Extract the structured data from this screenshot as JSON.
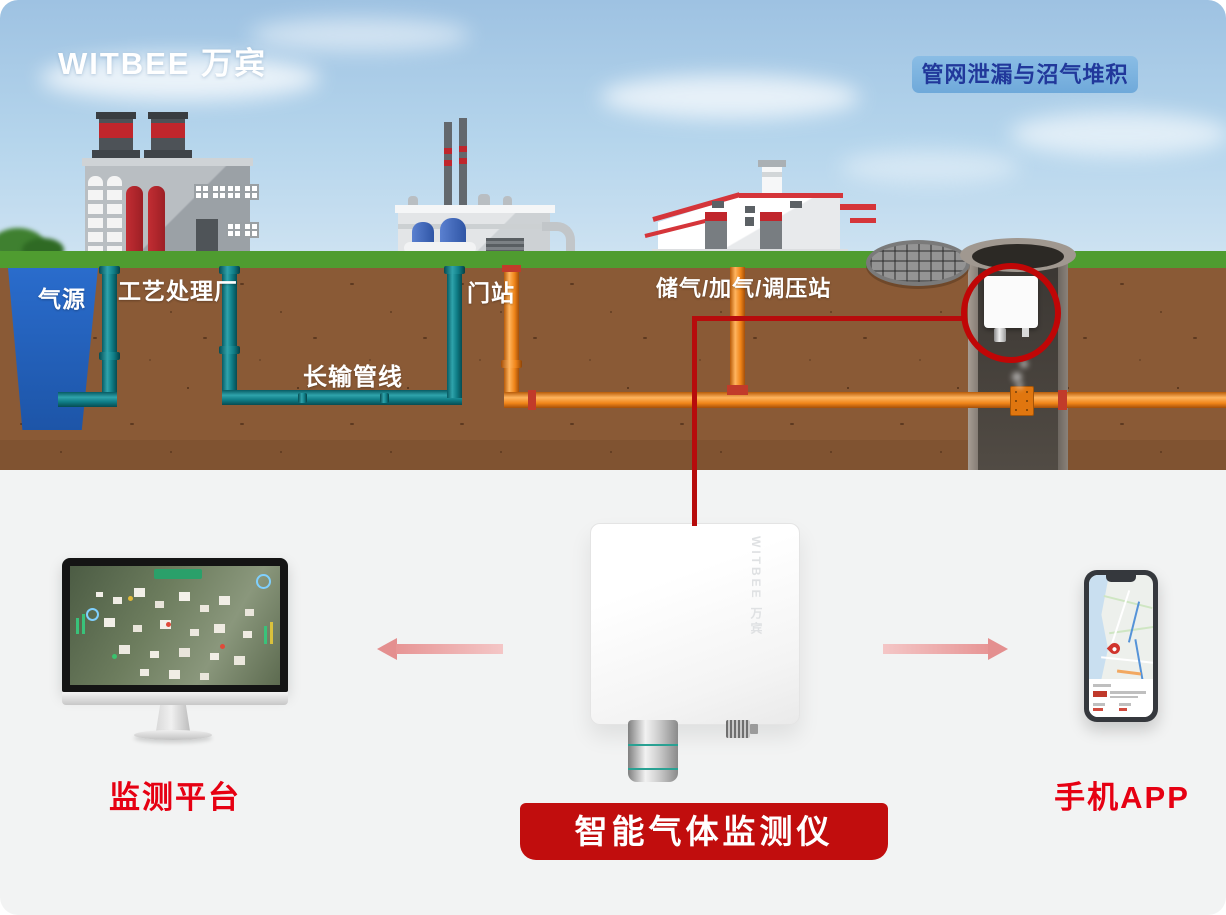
{
  "brand_logo": "WITBEE 万宾",
  "scene": {
    "issue_badge": "管网泄漏与沼气堆积",
    "labels": {
      "gas_source": "气源",
      "processing_plant": "工艺处理厂",
      "long_distance_pipeline": "长输管线",
      "gate_station": "门站",
      "storage_station": "储气/加气/调压站"
    }
  },
  "device": {
    "name": "智能气体监测仪",
    "brand_marking": "WITBEE 万宾"
  },
  "endpoints": {
    "platform": "监测平台",
    "mobile_app": "手机APP"
  },
  "colors": {
    "banner_red": "#c10d0d",
    "label_red": "#e60012",
    "badge_bg": "#7cb3de",
    "badge_text": "#21389b",
    "pipe_teal": "#0f7e87",
    "pipe_orange": "#f08519",
    "connector_red": "#b70c0c",
    "soil_brown": "#8a5a36",
    "grass_green": "#4f9c30",
    "gas_source_blue": "#2563c4",
    "arrow_pink": "#e79595",
    "sky_blue": "#b5d5ec"
  }
}
